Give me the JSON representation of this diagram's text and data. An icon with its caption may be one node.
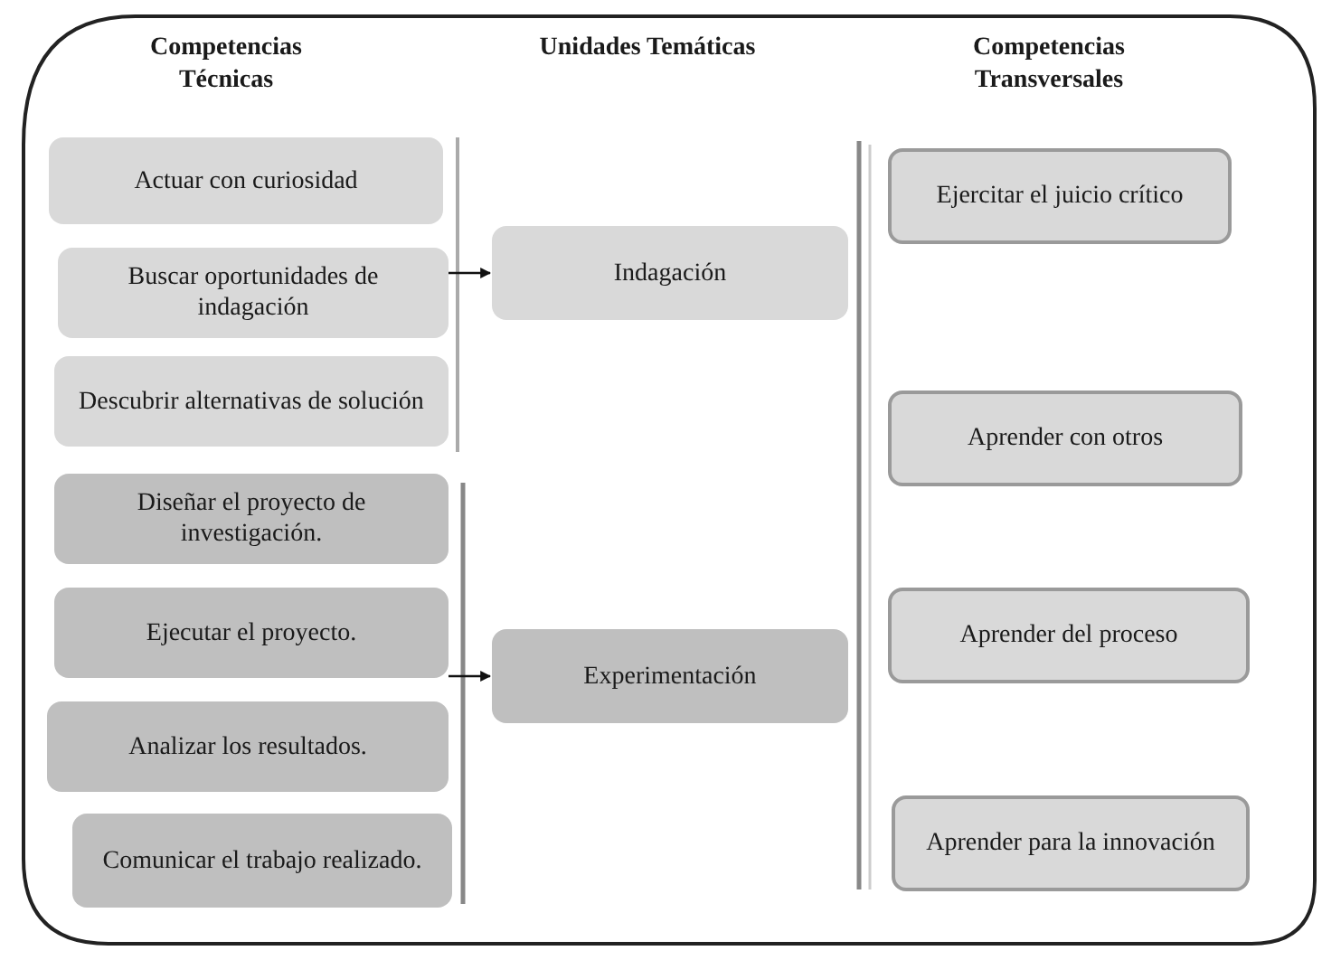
{
  "diagram": {
    "nodes": [
      {
        "text": [
          "Actuar con curiosidad"
        ]
      },
      {
        "text": [
          "Buscar oportunidades de indagación"
        ]
      },
      {
        "text": [
          "Descubrir alternativas de solución"
        ]
      },
      {
        "text": [
          "Diseñar el proyecto de investigación."
        ]
      },
      {
        "text": [
          "Ejecutar el proyecto."
        ]
      },
      {
        "text": [
          "Analizar los resultados."
        ]
      },
      {
        "text": [
          "Comunicar el trabajo realizado."
        ]
      },
      {
        "text": [
          "Indagación"
        ]
      },
      {
        "text": [
          "Experimentación"
        ]
      },
      {
        "text": [
          "Ejercitar el juicio crítico"
        ]
      },
      {
        "text": [
          "Aprender con otros"
        ]
      },
      {
        "text": [
          "Aprender del proceso"
        ]
      },
      {
        "text": [
          "Aprender para la innovación"
        ]
      }
    ],
    "edges": [
      {
        "from": 1,
        "to": 7,
        "arrow": "to"
      },
      {
        "from": 4,
        "to": 8,
        "arrow": "to"
      }
    ],
    "labels": [
      "Competencias Técnicas",
      "Unidades Temáticas",
      "Competencias Transversales"
    ]
  }
}
